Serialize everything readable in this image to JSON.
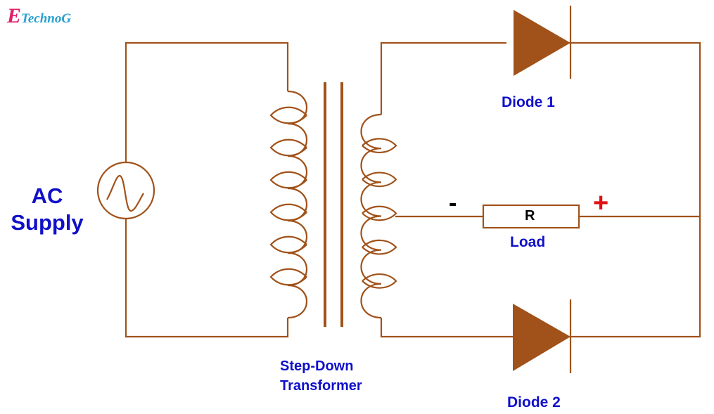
{
  "logo": {
    "initial": "E",
    "text": "TechnoG"
  },
  "labels": {
    "ac_supply_line1": "AC",
    "ac_supply_line2": "Supply",
    "transformer_line1": "Step-Down",
    "transformer_line2": "Transformer",
    "diode1": "Diode 1",
    "diode2": "Diode 2",
    "resistor_symbol": "R",
    "load": "Load",
    "negative": "-",
    "positive": "+"
  },
  "colors": {
    "wire": "#a0521a",
    "label": "#1010c8",
    "positive": "#e01010",
    "negative": "#000000",
    "logo_e": "#e0206a",
    "logo_text": "#28a0d0"
  }
}
